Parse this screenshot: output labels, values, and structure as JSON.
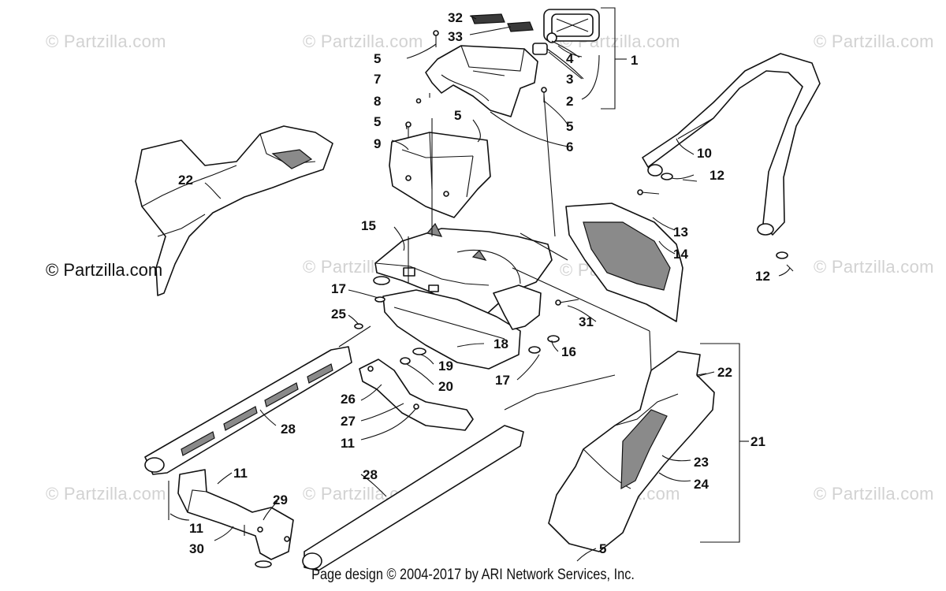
{
  "watermark": "© Partzilla.com",
  "copyright_label": "© Partzilla.com",
  "footer": "Page design © 2004-2017 by ARI Network Services, Inc.",
  "callouts": {
    "c1": "1",
    "c2": "2",
    "c3": "3",
    "c4": "4",
    "c5": "5",
    "c6": "6",
    "c7": "7",
    "c8": "8",
    "c9": "9",
    "c10": "10",
    "c11": "11",
    "c12": "12",
    "c13": "13",
    "c14": "14",
    "c15": "15",
    "c16": "16",
    "c17": "17",
    "c18": "18",
    "c19": "19",
    "c20": "20",
    "c21": "21",
    "c22": "22",
    "c23": "23",
    "c24": "24",
    "c25": "25",
    "c26": "26",
    "c27": "27",
    "c28": "28",
    "c29": "29",
    "c30": "30",
    "c31": "31",
    "c32": "32",
    "c33": "33"
  }
}
